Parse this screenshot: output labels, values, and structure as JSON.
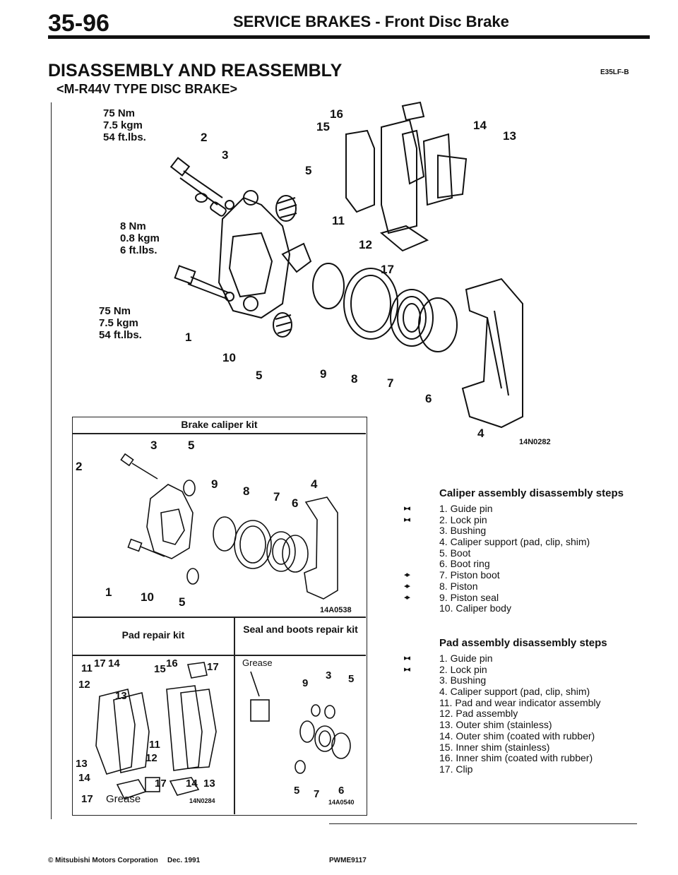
{
  "header": {
    "page_number": "35-96",
    "title": "SERVICE BRAKES - Front Disc Brake"
  },
  "section": {
    "title": "DISASSEMBLY AND REASSEMBLY",
    "code": "E35LF-B",
    "subtitle": "<M-R44V TYPE DISC BRAKE>"
  },
  "main_diagram": {
    "torque_top": [
      "75 Nm",
      "7.5 kgm",
      "54 ft.lbs."
    ],
    "torque_mid": [
      "8 Nm",
      "0.8 kgm",
      "6 ft.lbs."
    ],
    "torque_bottom": [
      "75 Nm",
      "7.5 kgm",
      "54 ft.lbs."
    ],
    "numbers": {
      "n1": "1",
      "n2": "2",
      "n3": "3",
      "n4": "4",
      "n5": "5",
      "n6": "6",
      "n7": "7",
      "n8": "8",
      "n9": "9",
      "n10": "10",
      "n11": "11",
      "n12": "12",
      "n13": "13",
      "n14": "14",
      "n15": "15",
      "n16": "16",
      "n17": "17",
      "n5b": "5"
    },
    "code": "14N0282"
  },
  "kits": {
    "brake_caliper_title": "Brake caliper kit",
    "brake_caliper_code": "14A0538",
    "pad_repair_title": "Pad repair kit",
    "pad_repair_code": "14N0284",
    "seal_boots_title": "Seal and boots repair kit",
    "seal_boots_code": "14A0540",
    "grease_label": "Grease",
    "grease_label_pad": "Grease",
    "bc_numbers": {
      "n3": "3",
      "n5": "5",
      "n2": "2",
      "n9": "9",
      "n8": "8",
      "n7": "7",
      "n6": "6",
      "n4": "4",
      "n1": "1",
      "n10": "10",
      "n5b": "5"
    },
    "pr_numbers": {
      "n11": "11",
      "n17": "17",
      "n14": "14",
      "n15": "15",
      "n16": "16",
      "n17b": "17",
      "n12": "12",
      "n13": "13",
      "n11b": "11",
      "n12b": "12",
      "n13b": "13",
      "n14b": "14",
      "n17c": "17",
      "n14c": "14",
      "n13c": "13",
      "n17d": "17"
    },
    "sb_numbers": {
      "n9": "9",
      "n3": "3",
      "n5": "5",
      "n5b": "5",
      "n7": "7",
      "n6": "6"
    }
  },
  "caliper_steps": {
    "heading": "Caliper assembly disassembly steps",
    "items": [
      {
        "mark": "▸◂",
        "text": "1. Guide pin"
      },
      {
        "mark": "▸◂",
        "text": "2. Lock pin"
      },
      {
        "mark": "",
        "text": "3. Bushing"
      },
      {
        "mark": "",
        "text": "4. Caliper support (pad, clip, shim)"
      },
      {
        "mark": "",
        "text": "5. Boot"
      },
      {
        "mark": "",
        "text": "6. Boot ring"
      },
      {
        "mark": "◂▸",
        "text": "7. Piston boot"
      },
      {
        "mark": "◂▸",
        "text": "8. Piston"
      },
      {
        "mark": "◂▸",
        "text": "9. Piston seal"
      },
      {
        "mark": "",
        "text": "10. Caliper body"
      }
    ]
  },
  "pad_steps": {
    "heading": "Pad assembly disassembly steps",
    "items": [
      {
        "mark": "▸◂",
        "text": "1. Guide pin"
      },
      {
        "mark": "▸◂",
        "text": "2. Lock pin"
      },
      {
        "mark": "",
        "text": "3. Bushing"
      },
      {
        "mark": "",
        "text": "4. Caliper support (pad, clip, shim)"
      },
      {
        "mark": "",
        "text": "11. Pad and wear indicator assembly"
      },
      {
        "mark": "",
        "text": "12. Pad assembly"
      },
      {
        "mark": "",
        "text": "13. Outer shim (stainless)"
      },
      {
        "mark": "",
        "text": "14. Outer shim (coated with rubber)"
      },
      {
        "mark": "",
        "text": "15. Inner shim (stainless)"
      },
      {
        "mark": "",
        "text": "16. Inner shim (coated with rubber)"
      },
      {
        "mark": "",
        "text": "17. Clip"
      }
    ]
  },
  "footer": {
    "copyright": "© Mitsubishi Motors Corporation",
    "date": "Dec. 1991",
    "code": "PWME9117"
  }
}
